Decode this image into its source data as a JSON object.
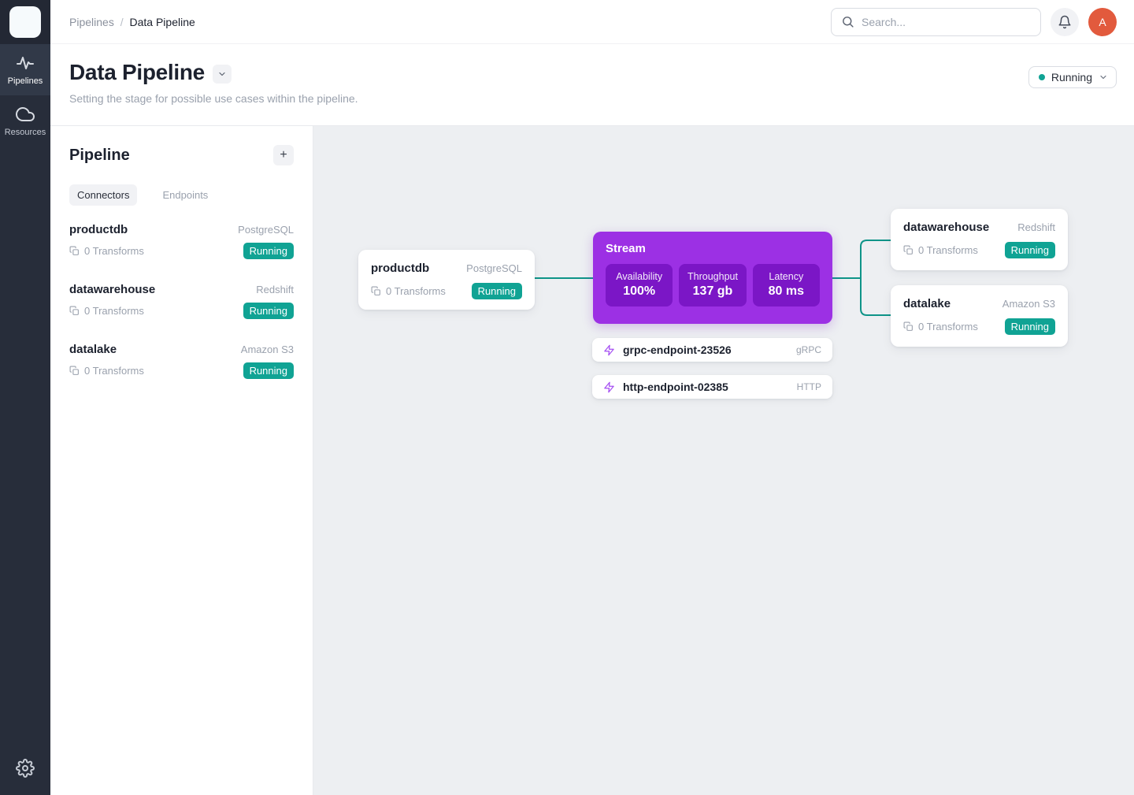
{
  "sidebar": {
    "items": [
      {
        "label": "Pipelines",
        "icon": "activity-icon",
        "active": true
      },
      {
        "label": "Resources",
        "icon": "cloud-icon",
        "active": false
      }
    ]
  },
  "header": {
    "breadcrumb": {
      "parent": "Pipelines",
      "separator": "/",
      "current": "Data Pipeline"
    },
    "search": {
      "placeholder": "Search..."
    },
    "avatar_initial": "A"
  },
  "page": {
    "title": "Data Pipeline",
    "subtitle": "Setting the stage for possible use cases within the pipeline.",
    "status_label": "Running"
  },
  "panel": {
    "title": "Pipeline",
    "add_button": "+",
    "tabs": [
      {
        "label": "Connectors",
        "active": true
      },
      {
        "label": "Endpoints",
        "active": false
      }
    ],
    "connectors": [
      {
        "name": "productdb",
        "type": "PostgreSQL",
        "transforms": "0 Transforms",
        "status": "Running"
      },
      {
        "name": "datawarehouse",
        "type": "Redshift",
        "transforms": "0 Transforms",
        "status": "Running"
      },
      {
        "name": "datalake",
        "type": "Amazon S3",
        "transforms": "0 Transforms",
        "status": "Running"
      }
    ]
  },
  "canvas": {
    "source": {
      "name": "productdb",
      "type": "PostgreSQL",
      "transforms": "0 Transforms",
      "status": "Running"
    },
    "stream": {
      "title": "Stream",
      "metrics": [
        {
          "label": "Availability",
          "value": "100%"
        },
        {
          "label": "Throughput",
          "value": "137 gb"
        },
        {
          "label": "Latency",
          "value": "80 ms"
        }
      ]
    },
    "endpoints": [
      {
        "name": "grpc-endpoint-23526",
        "protocol": "gRPC"
      },
      {
        "name": "http-endpoint-02385",
        "protocol": "HTTP"
      }
    ],
    "sinks": [
      {
        "name": "datawarehouse",
        "type": "Redshift",
        "transforms": "0 Transforms",
        "status": "Running"
      },
      {
        "name": "datalake",
        "type": "Amazon S3",
        "transforms": "0 Transforms",
        "status": "Running"
      }
    ]
  },
  "colors": {
    "accent_teal": "#10a394",
    "edge_teal": "#0e9488",
    "stream_purple": "#9c30e4",
    "stream_metric_purple": "#7b16c6",
    "bolt_purple": "#a54ff2",
    "avatar_orange": "#e25a3d",
    "sidebar_dark": "#272d3a",
    "canvas_gray": "#edeff2"
  }
}
